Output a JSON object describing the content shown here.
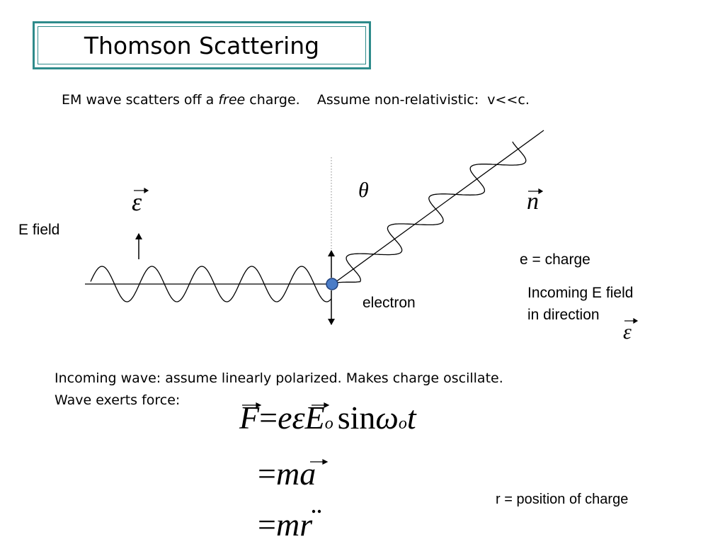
{
  "title": "Thomson Scattering",
  "intro": {
    "prefix": "EM wave scatters off a ",
    "emphasis": "free",
    "suffix": " charge.    Assume non-relativistic:  v<<c."
  },
  "diagram": {
    "epsilon_symbol": "ε",
    "theta_symbol": "θ",
    "n_symbol": "n",
    "e_field_label": "E field",
    "electron_label": "electron",
    "charge_label": "e = charge",
    "incoming_line1": "Incoming E field",
    "incoming_line2": "in direction",
    "colors": {
      "electron": "#4a7cc7",
      "electron_border": "#1f3f7a",
      "frame": "#2e8b8b"
    }
  },
  "text": {
    "line1": "Incoming wave:  assume linearly polarized.  Makes charge oscillate.",
    "line2": "Wave exerts force:"
  },
  "equations": {
    "eq1_F": "F",
    "eq1_eq": "=",
    "eq1_e": "e",
    "eq1_eps": "ε",
    "eq1_E": "E",
    "eq1_o": "o",
    "eq1_sin": "sin",
    "eq1_omega": "ω",
    "eq1_o2": "o",
    "eq1_t": "t",
    "eq2_eq": "=",
    "eq2_m": "m",
    "eq2_a": "a",
    "eq3_eq": "=",
    "eq3_m": "m",
    "eq3_r": "r",
    "position_label": "r = position of charge"
  }
}
